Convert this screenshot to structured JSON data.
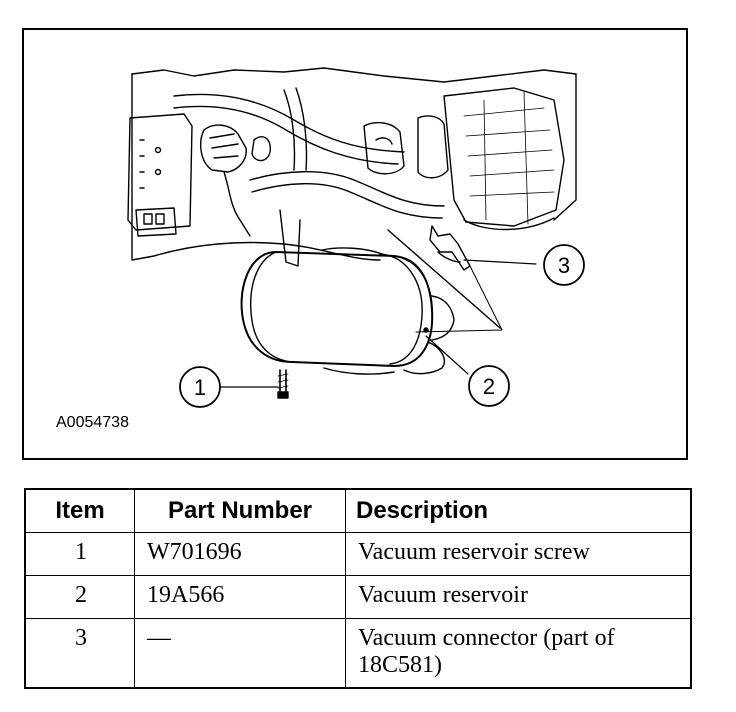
{
  "figure": {
    "id": "A0054738",
    "callouts": [
      "1",
      "2",
      "3"
    ]
  },
  "table": {
    "headers": {
      "item": "Item",
      "part_number": "Part Number",
      "description": "Description"
    },
    "rows": [
      {
        "item": "1",
        "part_number": "W701696",
        "description": "Vacuum reservoir screw"
      },
      {
        "item": "2",
        "part_number": "19A566",
        "description": "Vacuum reservoir"
      },
      {
        "item": "3",
        "part_number": "—",
        "description": "Vacuum connector (part of 18C581)"
      }
    ]
  }
}
